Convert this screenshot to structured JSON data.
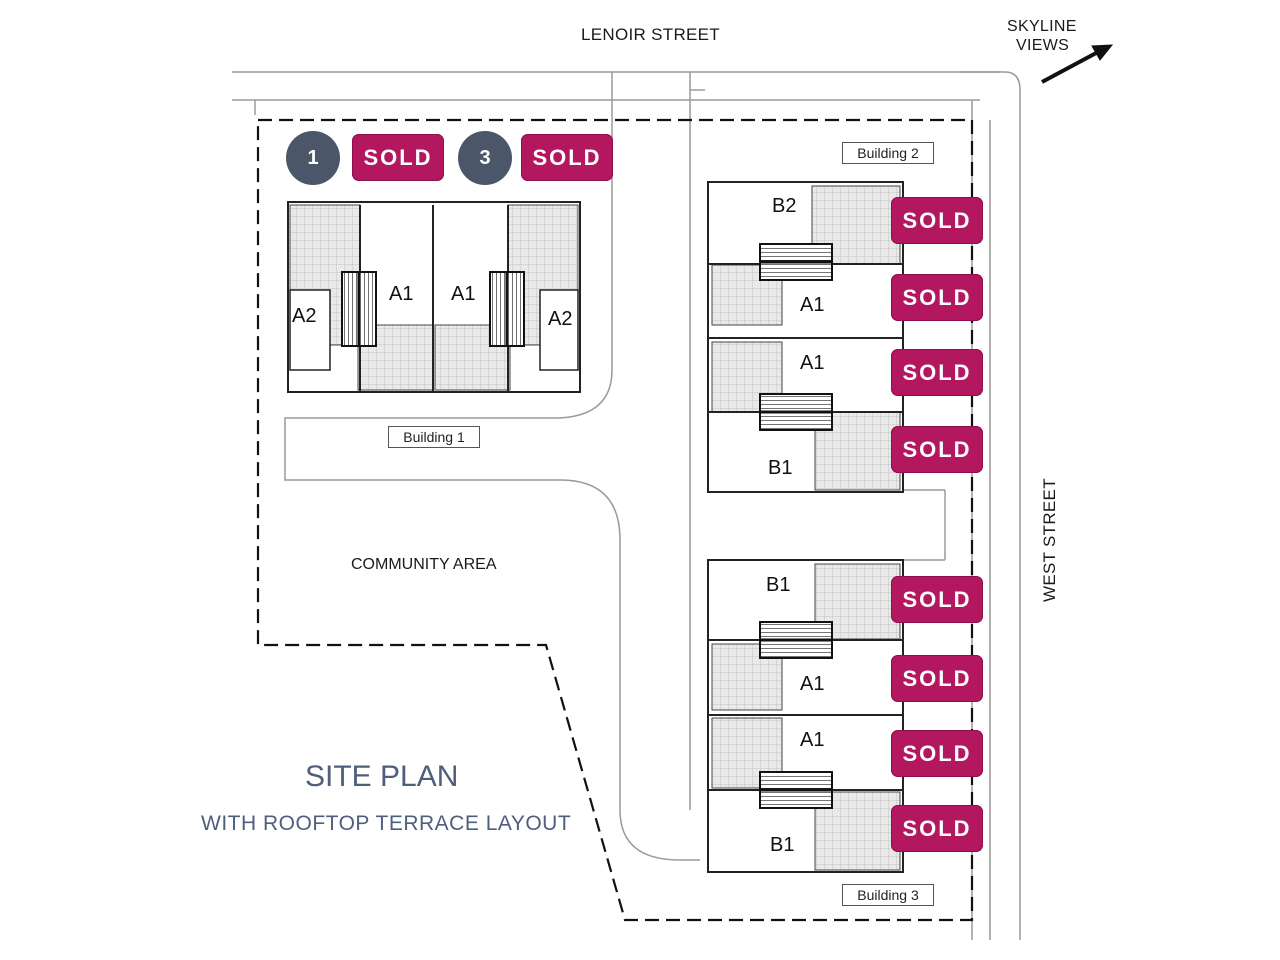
{
  "streets": {
    "top": "LENOIR STREET",
    "right": "WEST STREET"
  },
  "views": {
    "line1": "SKYLINE",
    "line2": "VIEWS"
  },
  "area_label": "COMMUNITY AREA",
  "buildings": {
    "b1": "Building 1",
    "b2": "Building 2",
    "b3": "Building 3"
  },
  "markers": {
    "m1": "1",
    "m3": "3"
  },
  "sold": "SOLD",
  "units": {
    "b1": [
      "A2",
      "A1",
      "A1",
      "A2"
    ],
    "b2": [
      "B2",
      "A1",
      "A1",
      "B1"
    ],
    "b3": [
      "B1",
      "A1",
      "A1",
      "B1"
    ]
  },
  "title": {
    "main": "SITE PLAN",
    "sub": "WITH ROOFTOP TERRACE LAYOUT"
  },
  "colors": {
    "sold": "#b3175f",
    "marker": "#4b5768",
    "title": "#4f5e7d"
  }
}
